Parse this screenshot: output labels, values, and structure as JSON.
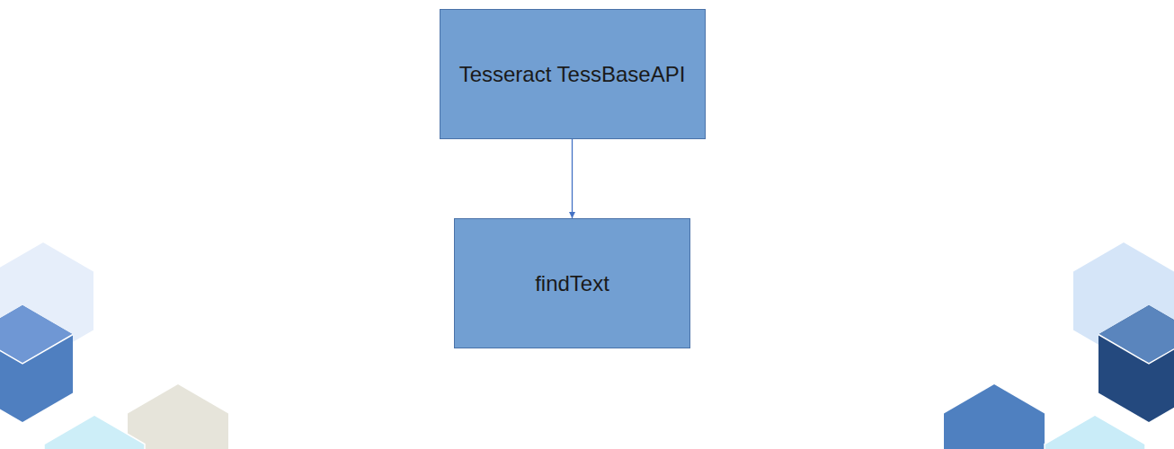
{
  "diagram": {
    "nodes": [
      {
        "text": [
          "Tesseract TessBaseAPI"
        ]
      },
      {
        "text": [
          "findText"
        ]
      }
    ],
    "edges": [
      {
        "from": 0,
        "to": 1,
        "arrow": "to"
      }
    ]
  }
}
